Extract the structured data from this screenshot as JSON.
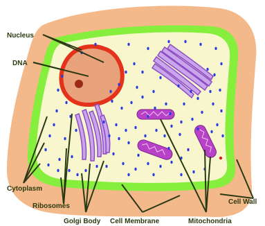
{
  "labels": {
    "nucleus": "Nucleus",
    "dna": "DNA",
    "cytoplasm": "Cytoplasm",
    "ribosomes": "Ribosomes",
    "golgi_body": "Golgi Body",
    "cell_membrane": "Cell Membrane",
    "mitochondria": "Mitochondria",
    "cell_wall": "Cell Wall"
  },
  "colors": {
    "cell_wall": "#f4b98a",
    "cell_membrane": "#86ee3c",
    "cytoplasm": "#f7f6cc",
    "nucleus_fill": "#e8a27c",
    "nucleus_border": "#e4321b",
    "nucleolus": "#9b2a18",
    "golgi": "#c9a6ec",
    "golgi_stroke": "#8e4cc4",
    "mitochondria": "#b742c7",
    "ribosome": "#2a3ae0",
    "leader_line": "#2b3a14"
  }
}
